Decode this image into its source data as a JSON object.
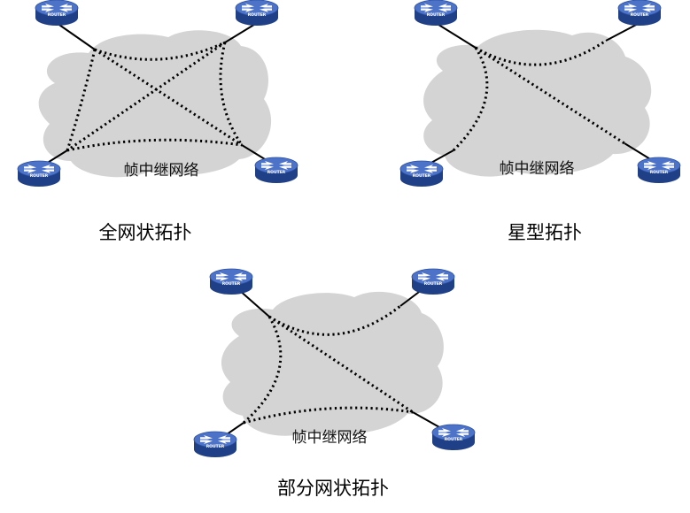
{
  "diagrams": [
    {
      "id": "full-mesh",
      "caption": "全网状拓扑",
      "cloud_label": "帧中继网络",
      "router_labels": [
        "ROUTER",
        "ROUTER",
        "ROUTER",
        "ROUTER"
      ]
    },
    {
      "id": "star",
      "caption": "星型拓扑",
      "cloud_label": "帧中继网络",
      "router_labels": [
        "ROUTER",
        "ROUTER",
        "ROUTER",
        "ROUTER"
      ]
    },
    {
      "id": "partial-mesh",
      "caption": "部分网状拓扑",
      "cloud_label": "帧中继网络",
      "router_labels": [
        "ROUTER",
        "ROUTER",
        "ROUTER",
        "ROUTER"
      ]
    }
  ],
  "colors": {
    "cloud": "#d4d4d4",
    "router_top": "#4d73c9",
    "router_side": "#1f3f86",
    "link": "#000000"
  },
  "icons": {
    "router": "router-icon"
  }
}
